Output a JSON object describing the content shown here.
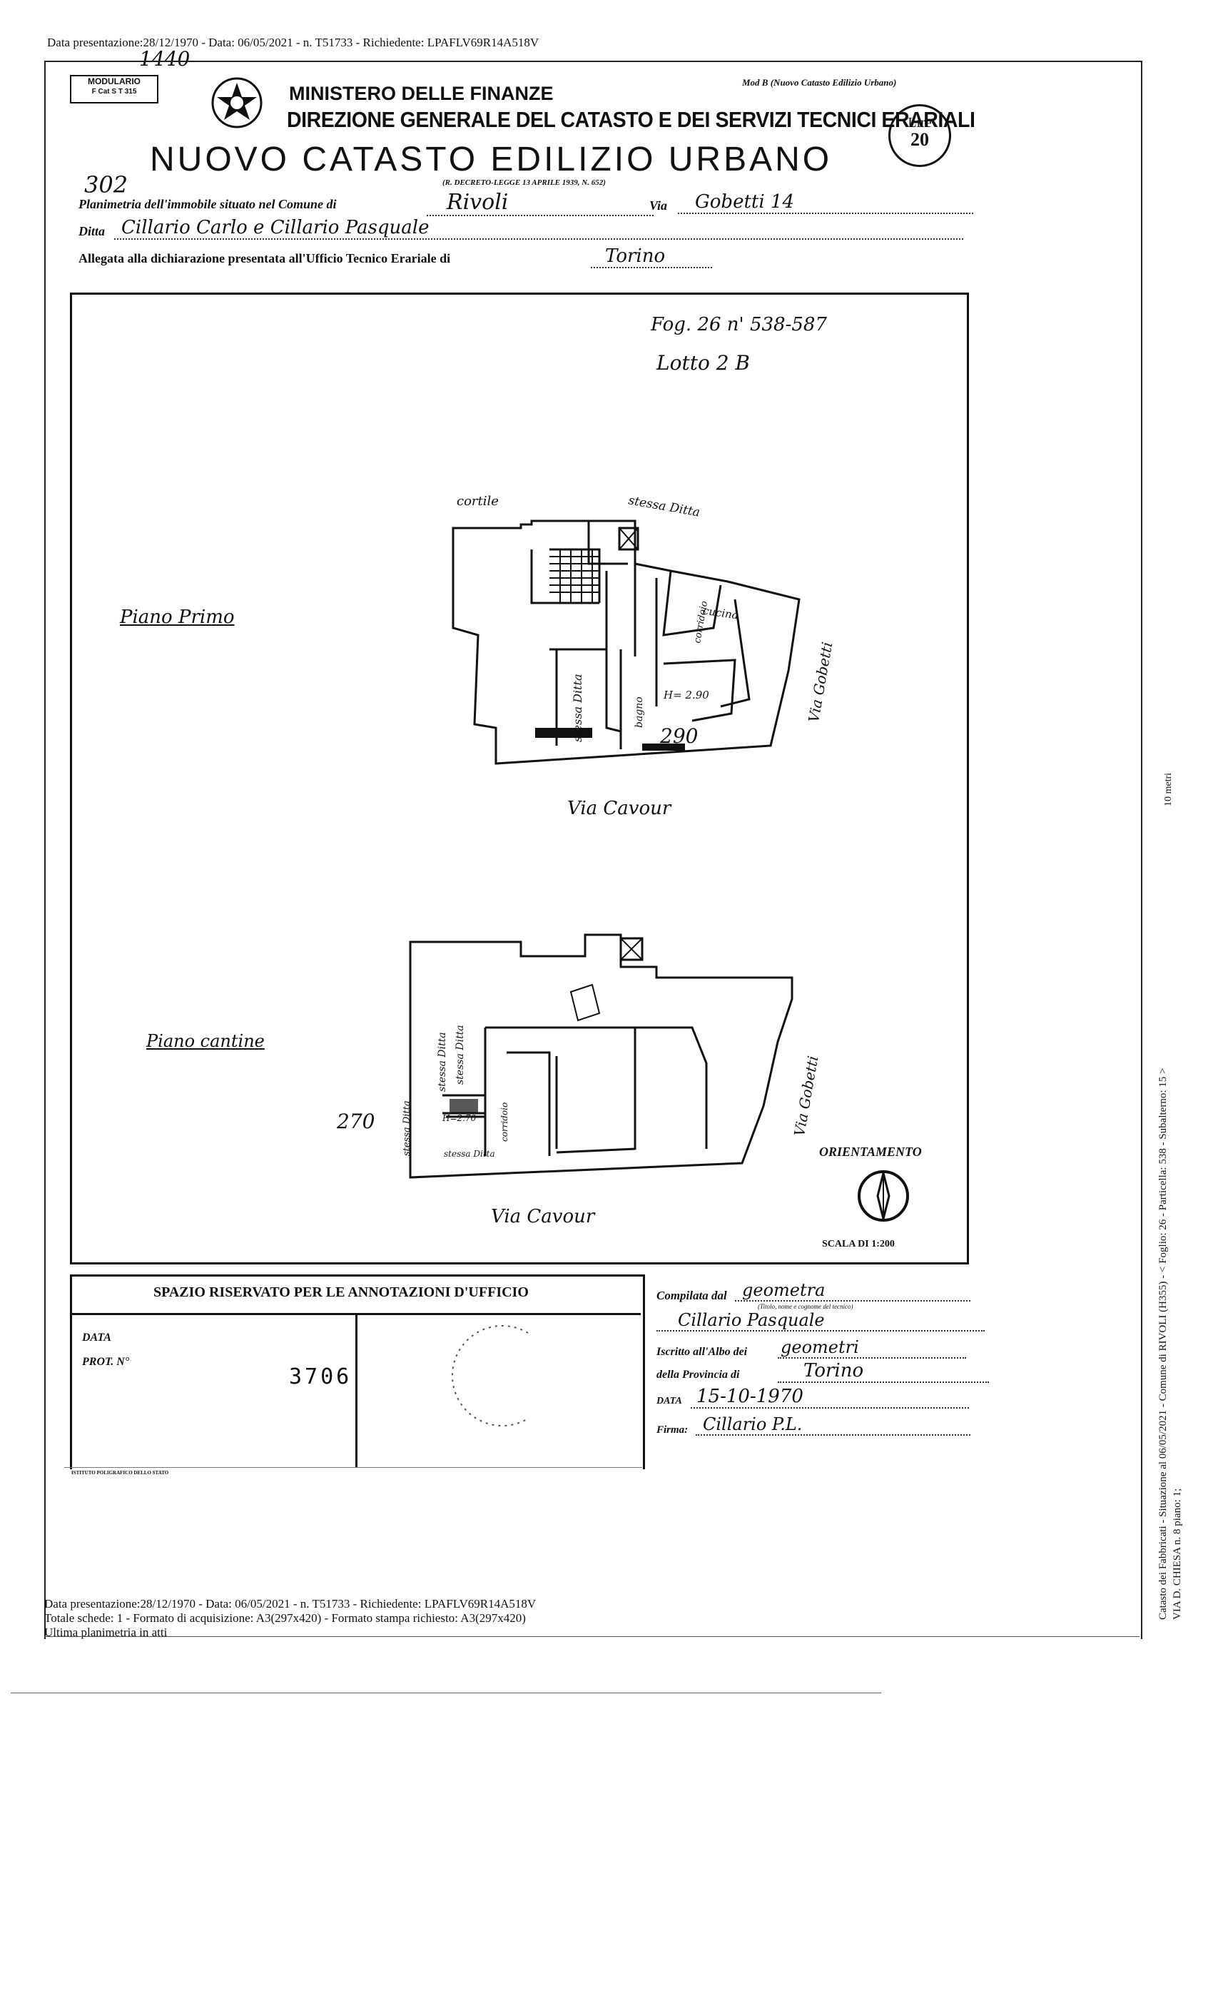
{
  "header": {
    "top_meta": "Data presentazione:28/12/1970 - Data: 06/05/2021 - n. T51733 - Richiedente: LPAFLV69R14A518V",
    "handwritten_number_top": "1440",
    "modulario_label": "MODULARIO",
    "modulario_code": "F Cat S T 315",
    "ministry": "MINISTERO DELLE FINANZE",
    "directorate": "DIREZIONE GENERALE DEL CATASTO E DEI SERVIZI TECNICI ERARIALI",
    "model": "Mod B (Nuovo Catasto Edilizio Urbano)",
    "stamp_line1": "Lire",
    "stamp_line2": "20",
    "handwritten_302": "302",
    "main_title": "NUOVO CATASTO EDILIZIO URBANO",
    "decree": "(R. DECRETO-LEGGE 13 APRILE 1939, N. 652)"
  },
  "form_fields": {
    "planimetria_label": "Planimetria dell'immobile situato nel Comune di",
    "comune_value": "Rivoli",
    "via_label": "Via",
    "via_value": "Gobetti 14",
    "ditta_label": "Ditta",
    "ditta_value": "Cillario Carlo e Cillario Pasquale",
    "allegata_label": "Allegata alla dichiarazione presentata all'Ufficio Tecnico Erariale di",
    "ufficio_value": "Torino"
  },
  "plan": {
    "foglio_note": "Fog. 26 n' 538-587",
    "lotto_note": "Lotto 2 B",
    "piano_primo_label": "Piano Primo",
    "piano_cantine_label": "Piano cantine",
    "cortile_label": "cortile",
    "stessa_ditta_top": "stessa Ditta",
    "stessa_ditta_left": "stessa Ditta",
    "stessa_ditta_cant1": "stessa Ditta",
    "stessa_ditta_cant2": "stessa Ditta",
    "stessa_ditta_cant3": "stessa Ditta",
    "stessa_ditta_cant4": "stessa Ditta",
    "cucina_label": "cucina",
    "bagno_label": "bagno",
    "height_label": "H= 2.90",
    "height_cant_label": "H=2.70",
    "corridoio_label": "corridoio",
    "number_290": "290",
    "number_270": "270",
    "via_cavour_1": "Via Cavour",
    "via_cavour_2": "Via Cavour",
    "via_gobetti_1": "Via Gobetti",
    "via_gobetti_2": "Via Gobetti",
    "orientamento": "ORIENTAMENTO",
    "scala": "SCALA DI 1:200"
  },
  "office_box": {
    "title": "SPAZIO RISERVATO PER LE ANNOTAZIONI D'UFFICIO",
    "data_label": "DATA",
    "prot_label": "PROT. N°",
    "stamp_number": "3706",
    "printer": "ISTITUTO POLIGRAFICO DELLO STATO"
  },
  "compilation": {
    "compilata_label": "Compilata dal",
    "compilata_value": "geometra",
    "compilata_hint": "(Titolo, nome e cognome del tecnico)",
    "name_value": "Cillario Pasquale",
    "iscritto_label": "Iscritto all'Albo dei",
    "iscritto_value": "geometri",
    "provincia_label": "della Provincia di",
    "provincia_value": "Torino",
    "data_label": "DATA",
    "data_value": "15-10-1970",
    "firma_label": "Firma:",
    "firma_value": "Cillario P.L."
  },
  "side_text": {
    "metri": "10 metri",
    "catasto_line1": "Catasto dei Fabbricati - Situazione al 06/05/2021 - Comune di RIVOLI (H355) - < Foglio: 26 - Particella: 538 - Subalterno: 15 >",
    "catasto_line2": "VIA D. CHIESA n. 8 piano: 1;"
  },
  "footer": {
    "line1": "Data presentazione:28/12/1970 - Data: 06/05/2021 - n. T51733 - Richiedente: LPAFLV69R14A518V",
    "line2": "Totale schede: 1 - Formato di acquisizione: A3(297x420) - Formato stampa richiesto: A3(297x420)",
    "line3": "Ultima planimetria in atti"
  }
}
